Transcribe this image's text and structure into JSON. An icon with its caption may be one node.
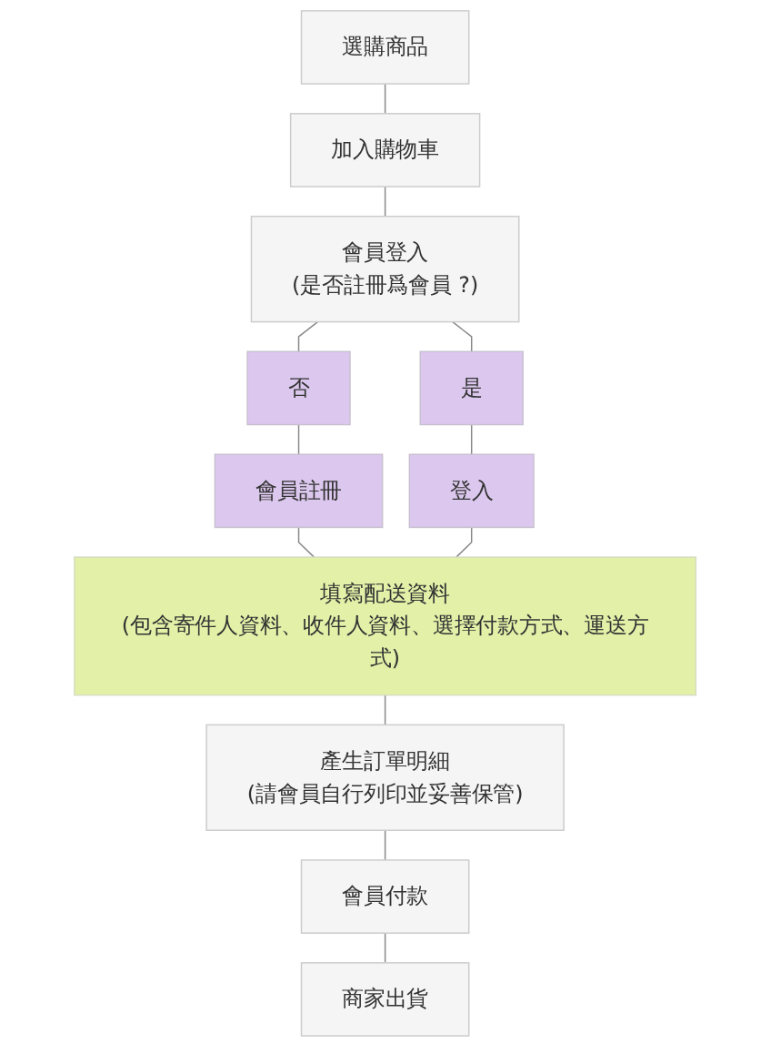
{
  "diagram": {
    "nodes": [
      {
        "text": [
          "選購商品"
        ]
      },
      {
        "text": [
          "加入購物車"
        ]
      },
      {
        "text": [
          "會員登入",
          "(是否註冊爲會員 ?)"
        ]
      },
      {
        "text": [
          "否"
        ]
      },
      {
        "text": [
          "是"
        ]
      },
      {
        "text": [
          "會員註冊"
        ]
      },
      {
        "text": [
          "登入"
        ]
      },
      {
        "text": [
          "填寫配送資料",
          "(包含寄件人資料、收件人資料、選擇付款方式、運送方式)"
        ]
      },
      {
        "text": [
          "產生訂單明細",
          "(請會員自行列印並妥善保管)"
        ]
      },
      {
        "text": [
          "會員付款"
        ]
      },
      {
        "text": [
          "商家出貨"
        ]
      }
    ],
    "edges": [
      {
        "from": 0,
        "to": 1,
        "arrow": "none"
      },
      {
        "from": 1,
        "to": 2,
        "arrow": "none"
      },
      {
        "from": 2,
        "to": 3,
        "arrow": "none"
      },
      {
        "from": 2,
        "to": 4,
        "arrow": "none"
      },
      {
        "from": 3,
        "to": 5,
        "arrow": "none"
      },
      {
        "from": 4,
        "to": 6,
        "arrow": "none"
      },
      {
        "from": 5,
        "to": 7,
        "arrow": "none"
      },
      {
        "from": 6,
        "to": 7,
        "arrow": "none"
      },
      {
        "from": 7,
        "to": 8,
        "arrow": "none"
      },
      {
        "from": 8,
        "to": 9,
        "arrow": "none"
      },
      {
        "from": 9,
        "to": 10,
        "arrow": "none"
      }
    ]
  }
}
